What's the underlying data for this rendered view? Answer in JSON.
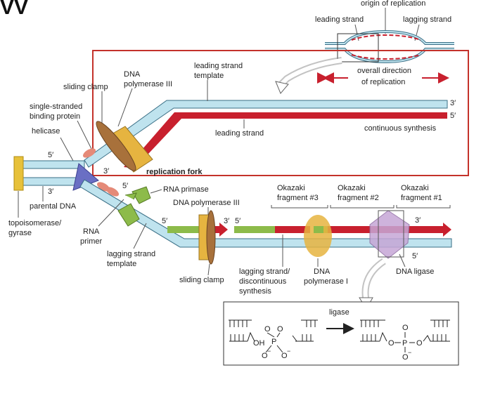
{
  "header_fragment": "VV",
  "inset_top": {
    "origin_of_replication": "origin of replication",
    "leading_strand": "leading strand",
    "lagging_strand": "lagging strand",
    "direction_line1": "overall direction",
    "direction_line2": "of replication"
  },
  "labels": {
    "leading_template_1": "leading strand",
    "leading_template_2": "template",
    "sliding_clamp_top": "sliding clamp",
    "dna_pol3_1": "DNA",
    "dna_pol3_2": "polymerase III",
    "ssb_1": "single-stranded",
    "ssb_2": "binding protein",
    "helicase": "helicase",
    "leading_strand": "leading strand",
    "continuous_synthesis": "continuous synthesis",
    "replication_fork": "replication fork",
    "parental_dna": "parental DNA",
    "topo_1": "topoisomerase/",
    "topo_2": "gyrase",
    "rna_primase": "RNA primase",
    "dna_pol3_bottom": "DNA polymerase III",
    "rna_primer_1": "RNA",
    "rna_primer_2": "primer",
    "lagging_template_1": "lagging strand",
    "lagging_template_2": "template",
    "sliding_clamp_bottom": "sliding clamp",
    "okazaki3_1": "Okazaki",
    "okazaki3_2": "fragment #3",
    "okazaki2_1": "Okazaki",
    "okazaki2_2": "fragment #2",
    "okazaki1_1": "Okazaki",
    "okazaki1_2": "fragment #1",
    "lagging_disc_1": "lagging strand/",
    "lagging_disc_2": "discontinuous",
    "lagging_disc_3": "synthesis",
    "dna_pol1_1": "DNA",
    "dna_pol1_2": "polymerase I",
    "dna_ligase": "DNA ligase",
    "ligase": "ligase"
  },
  "ends": {
    "top_right_3": "3′",
    "top_right_5": "5′",
    "left_5": "5′",
    "left_3": "3′",
    "fork_3": "3′",
    "primase_5": "5′",
    "lag_5": "5′",
    "lag_3a": "3′",
    "lag_5b": "5′",
    "lag_right_3": "3′",
    "lag_right_5": "5′"
  },
  "chem": {
    "oh": "OH",
    "o": "O",
    "p": "P",
    "o_minus": "O",
    "minus": "−"
  },
  "colors": {
    "template": "#bfe3ee",
    "template_stroke": "#3a6f86",
    "new_strand": "#c8202e",
    "primer": "#8dbb4a",
    "helicase": "#6a6fc4",
    "clamp": "#b07a3a",
    "polymerase": "#e6b440",
    "topo": "#e7c13a",
    "ssb": "#e58a78",
    "ligase": "#c6a6d6",
    "box": "#c4322b"
  }
}
